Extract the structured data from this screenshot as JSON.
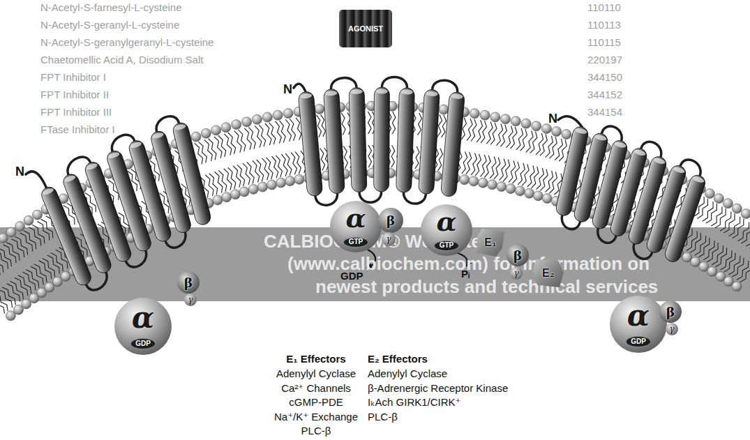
{
  "diagram": {
    "nodes": [
      {
        "text": [
          "AGONIST"
        ]
      },
      {
        "text": [
          "α"
        ]
      },
      {
        "text": [
          "GDP"
        ],
        "in": 1
      },
      {
        "text": [
          "β"
        ]
      },
      {
        "text": [
          "γ"
        ]
      },
      {
        "text": [
          "α"
        ]
      },
      {
        "text": [
          "GTP"
        ],
        "in": 5
      },
      {
        "text": [
          "β"
        ]
      },
      {
        "text": [
          "γ"
        ]
      },
      {
        "text": [
          "α"
        ]
      },
      {
        "text": [
          "GTP"
        ],
        "in": 9
      },
      {
        "text": [
          "E₁"
        ]
      },
      {
        "text": [
          "β"
        ]
      },
      {
        "text": [
          "γ"
        ]
      },
      {
        "text": [
          "E₂"
        ]
      },
      {
        "text": [
          "α"
        ]
      },
      {
        "text": [
          "GDP"
        ],
        "in": 15
      },
      {
        "text": [
          "β"
        ]
      },
      {
        "text": [
          "γ"
        ]
      }
    ],
    "labels": [
      "N",
      "N",
      "N",
      "GDP",
      "Pᵢ",
      "E₁ Effectors",
      "Adenylyl Cyclase",
      "Ca²⁺ Channels",
      "cGMP-PDE",
      "Na⁺/K⁺ Exchange",
      "PLC-β",
      "E₂ Effectors",
      "Adenylyl Cyclase",
      "β-Adrenergic Receptor Kinase",
      "IₖAch GIRK1/CIRK⁺",
      "PLC-β",
      "N-Acetyl-S-farnesyl-L-cysteine",
      "110110",
      "N-Acetyl-S-geranyl-L-cysteine",
      "110113",
      "N-Acetyl-S-geranylgeranyl-L-cysteine",
      "110115",
      "Chaetomellic Acid A, Disodium Salt",
      "220197",
      "FPT Inhibitor I",
      "344150",
      "FPT Inhibitor II",
      "344152",
      "FPT Inhibitor III",
      "344154",
      "FTase Inhibitor I",
      "CALBIOCHEM® Web Site",
      "(www.calbiochem.com) for information on",
      "newest products and technical services"
    ]
  }
}
